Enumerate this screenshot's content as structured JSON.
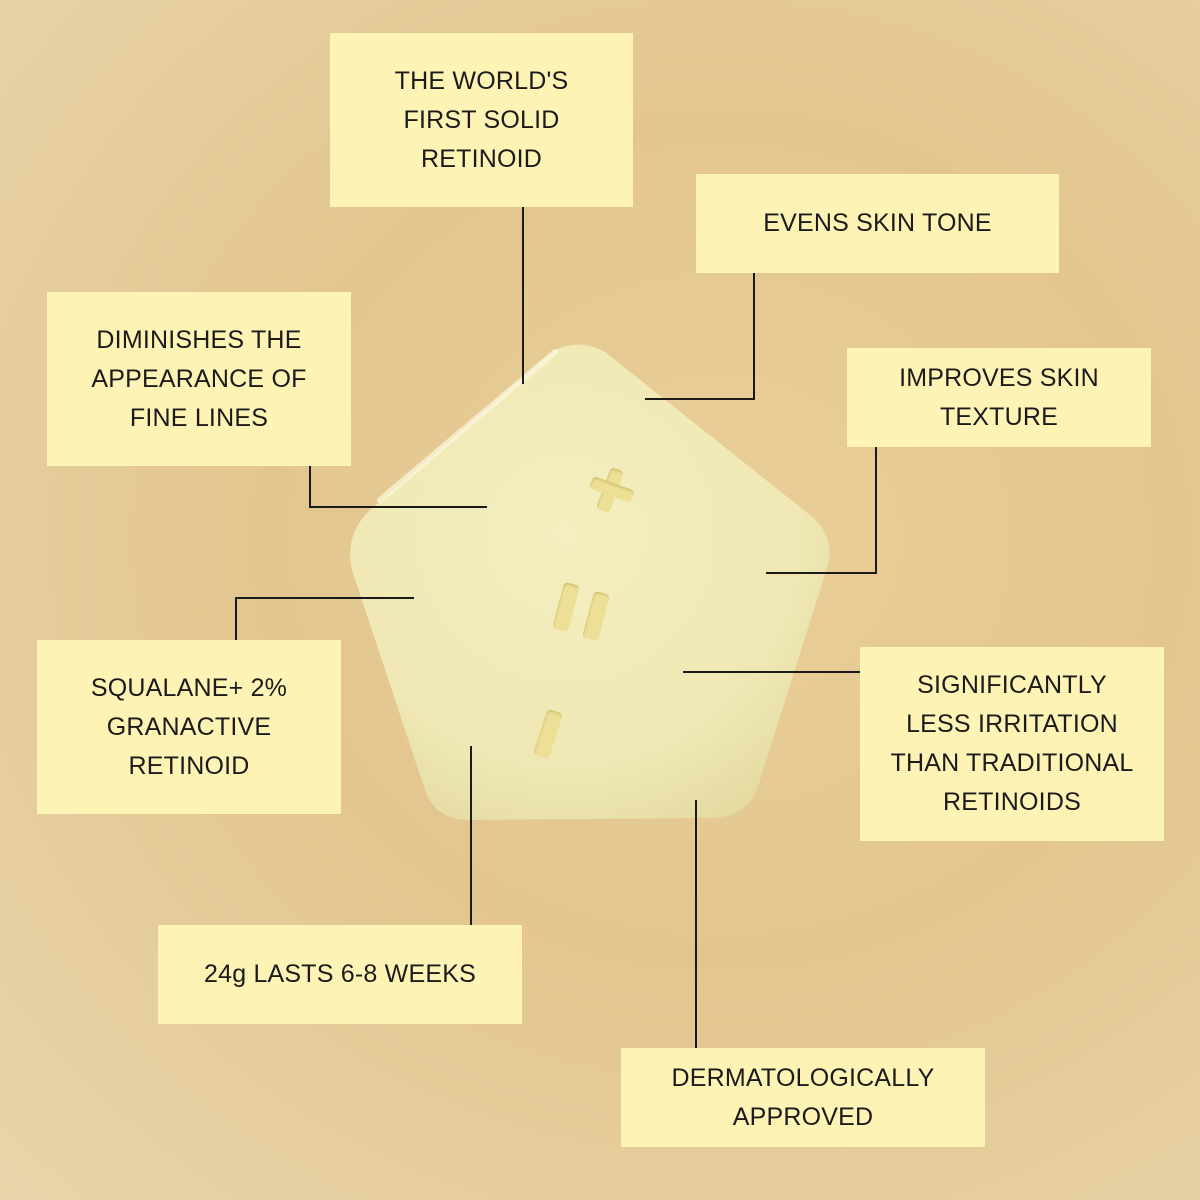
{
  "background_color": "#e3c68f",
  "label_color": "#fdf3b4",
  "line_color": "#1a1a1a",
  "product": {
    "shape": "pentagon-soap-bar",
    "color": "#f1ecbb",
    "engraved_marks": [
      "plus-icon",
      "equals-icon",
      "minus-icon"
    ]
  },
  "callouts": [
    {
      "id": "worlds-first",
      "lines": [
        "THE WORLD'S",
        "FIRST SOLID",
        "RETINOID"
      ]
    },
    {
      "id": "evens-skin-tone",
      "lines": [
        "EVENS SKIN TONE"
      ]
    },
    {
      "id": "fine-lines",
      "lines": [
        "DIMINISHES THE",
        "APPEARANCE OF",
        "FINE LINES"
      ]
    },
    {
      "id": "skin-texture",
      "lines": [
        "IMPROVES SKIN",
        "TEXTURE"
      ]
    },
    {
      "id": "squalane",
      "lines": [
        "SQUALANE+ 2%",
        "GRANACTIVE",
        "RETINOID"
      ]
    },
    {
      "id": "less-irritation",
      "lines": [
        "SIGNIFICANTLY",
        "LESS IRRITATION",
        "THAN TRADITIONAL",
        "RETINOIDS"
      ]
    },
    {
      "id": "lasts",
      "lines": [
        "24g LASTS 6-8 WEEKS"
      ]
    },
    {
      "id": "derm-approved",
      "lines": [
        "DERMATOLOGICALLY",
        "APPROVED"
      ]
    }
  ]
}
